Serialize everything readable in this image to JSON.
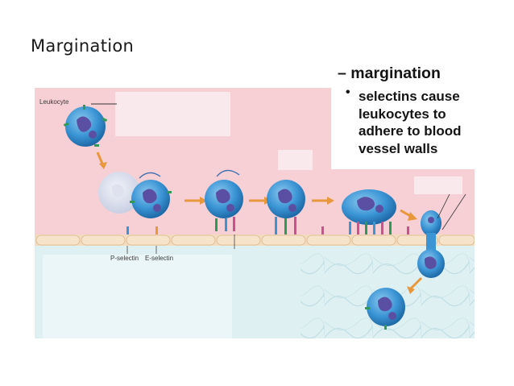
{
  "slide": {
    "title": "Margination"
  },
  "callout": {
    "heading": "– margination",
    "bullet": "•",
    "text": "selectins cause leukocytes to adhere to blood vessel walls"
  },
  "figure": {
    "labels": {
      "leukocyte": "Leukocyte",
      "p_selectin": "P-selectin",
      "e_selectin": "E-selectin"
    }
  },
  "colors": {
    "vessel_lumen": "#f7d0d6",
    "endothelium": "#f3dcbf",
    "tissue": "#dff0f3",
    "cell_body": "#3b95d5",
    "nucleus": "#5b4fa3",
    "arrow": "#e8973c",
    "receptor_green": "#2f9a57",
    "receptor_pink": "#d0508f"
  },
  "icons": [
    "leukocyte-cell-icon",
    "flow-arrow-icon",
    "selectin-receptor-icon"
  ]
}
